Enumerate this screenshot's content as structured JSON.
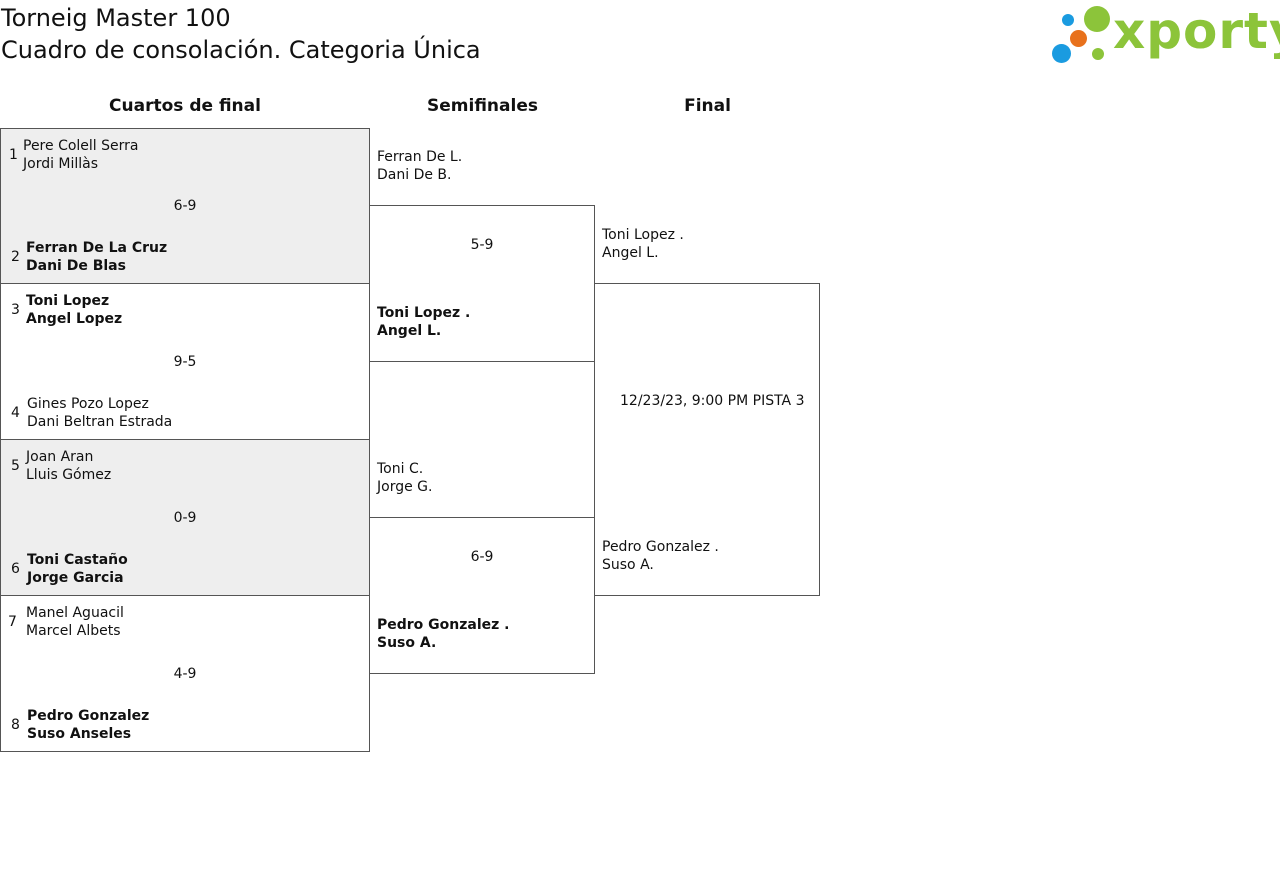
{
  "header": {
    "title_line1": "Torneig Master 100",
    "title_line2": "Cuadro de consolación. Categoria Única",
    "logo_text": "xporty",
    "logo_colors": [
      "#1a9be0",
      "#e8711c",
      "#8cc43a"
    ]
  },
  "rounds": {
    "quarters": "Cuartos de final",
    "semis": "Semifinales",
    "final": "Final"
  },
  "quarter_matches": [
    {
      "seed_a": "1",
      "a1": "Pere Colell Serra",
      "a2": "Jordi Millàs",
      "score": "6-9",
      "seed_b": "2",
      "b1": "Ferran De La Cruz",
      "b2": "Dani De Blas"
    },
    {
      "seed_a": "3",
      "a1": "Toni Lopez",
      "a2": "Angel Lopez",
      "score": "9-5",
      "seed_b": "4",
      "b1": "Gines Pozo Lopez",
      "b2": "Dani Beltran Estrada"
    },
    {
      "seed_a": "5",
      "a1": "Joan Aran",
      "a2": "Lluis Gómez",
      "score": "0-9",
      "seed_b": "6",
      "b1": "Toni Castaño",
      "b2": "Jorge Garcia"
    },
    {
      "seed_a": "7",
      "a1": "Manel Aguacil",
      "a2": "Marcel Albets",
      "score": "4-9",
      "seed_b": "8",
      "b1": "Pedro Gonzalez",
      "b2": "Suso Anseles"
    }
  ],
  "semi_matches": [
    {
      "a1": "Ferran De L.",
      "a2": "Dani De B.",
      "score": "5-9",
      "b1": "Toni Lopez .",
      "b2": "Angel L."
    },
    {
      "a1": "Toni C.",
      "a2": "Jorge G.",
      "score": "6-9",
      "b1": "Pedro Gonzalez .",
      "b2": "Suso A."
    }
  ],
  "final_match": {
    "a1": "Toni Lopez .",
    "a2": "Angel L.",
    "schedule": "12/23/23, 9:00 PM PISTA 3",
    "b1": "Pedro Gonzalez .",
    "b2": "Suso A."
  }
}
